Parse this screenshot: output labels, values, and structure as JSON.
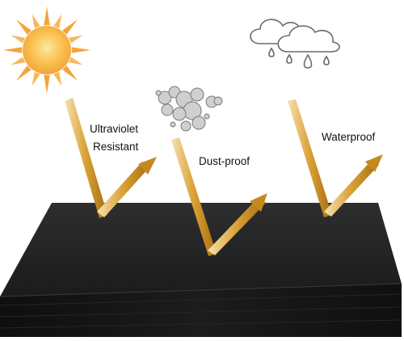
{
  "labels": {
    "uv_line1": "Ultraviolet",
    "uv_line2": "Resistant",
    "dust": "Dust-proof",
    "water": "Waterproof"
  },
  "colors": {
    "board_top": "#232323",
    "board_front": "#161616",
    "sun_core": "#f9c04c",
    "sun_rays": "#f5a43a",
    "arrow_light": "#f3d89a",
    "arrow_mid": "#d89a2a",
    "arrow_dark": "#a4700f",
    "cloud_stroke": "#6a6a6a",
    "dust_gray": "#b5b5b5"
  },
  "icons": [
    "sun-icon",
    "dust-icon",
    "rain-cloud-icon"
  ]
}
